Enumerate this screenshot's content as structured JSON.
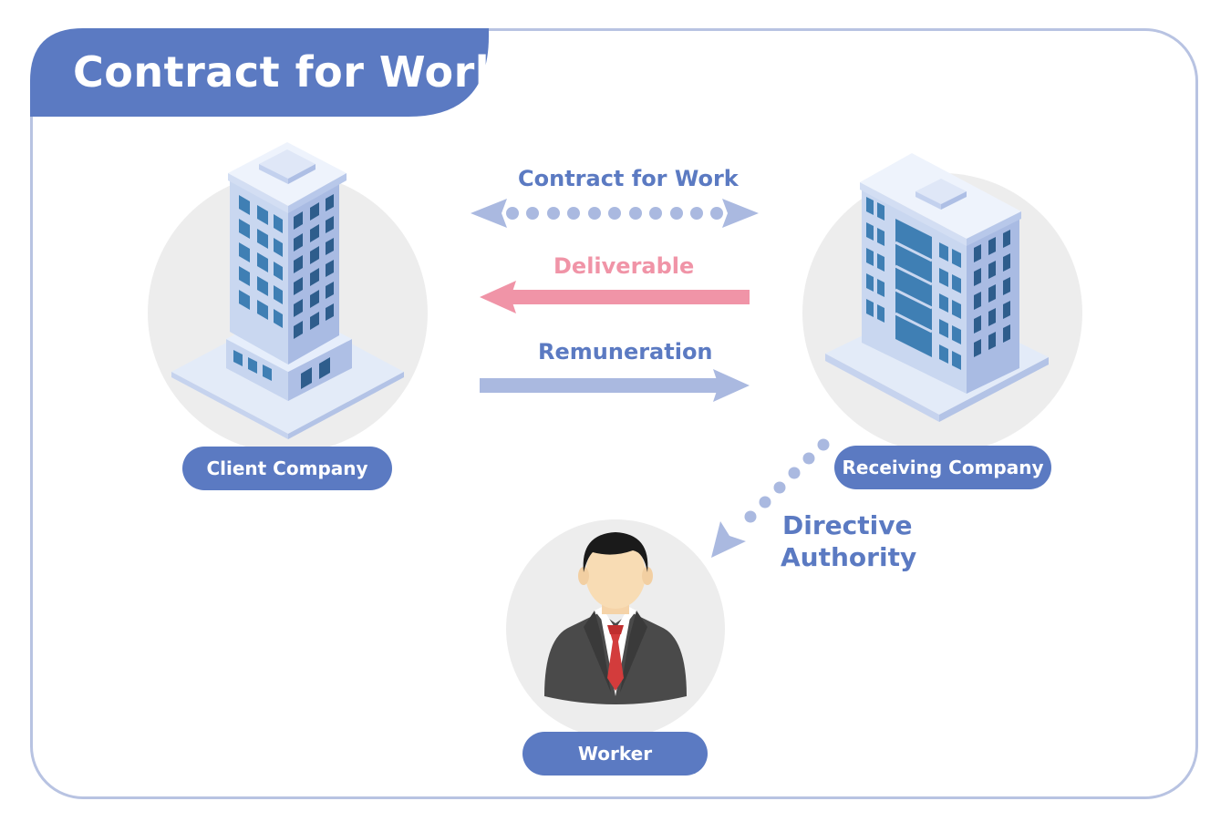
{
  "title": "Contract for Work",
  "arrows": {
    "contract": "Contract for Work",
    "deliverable": "Deliverable",
    "remuneration": "Remuneration",
    "directive_line1": "Directive",
    "directive_line2": "Authority"
  },
  "entities": {
    "client": "Client Company",
    "receiving": "Receiving Company",
    "worker": "Worker"
  },
  "colors": {
    "primary": "#5b7ac2",
    "arrow_blue": "#aab9e0",
    "pink": "#f094a7",
    "circle_bg": "#ededed",
    "frame": "#b8c3e2"
  },
  "icons": [
    "client-building-icon",
    "receiving-building-icon",
    "worker-icon"
  ]
}
